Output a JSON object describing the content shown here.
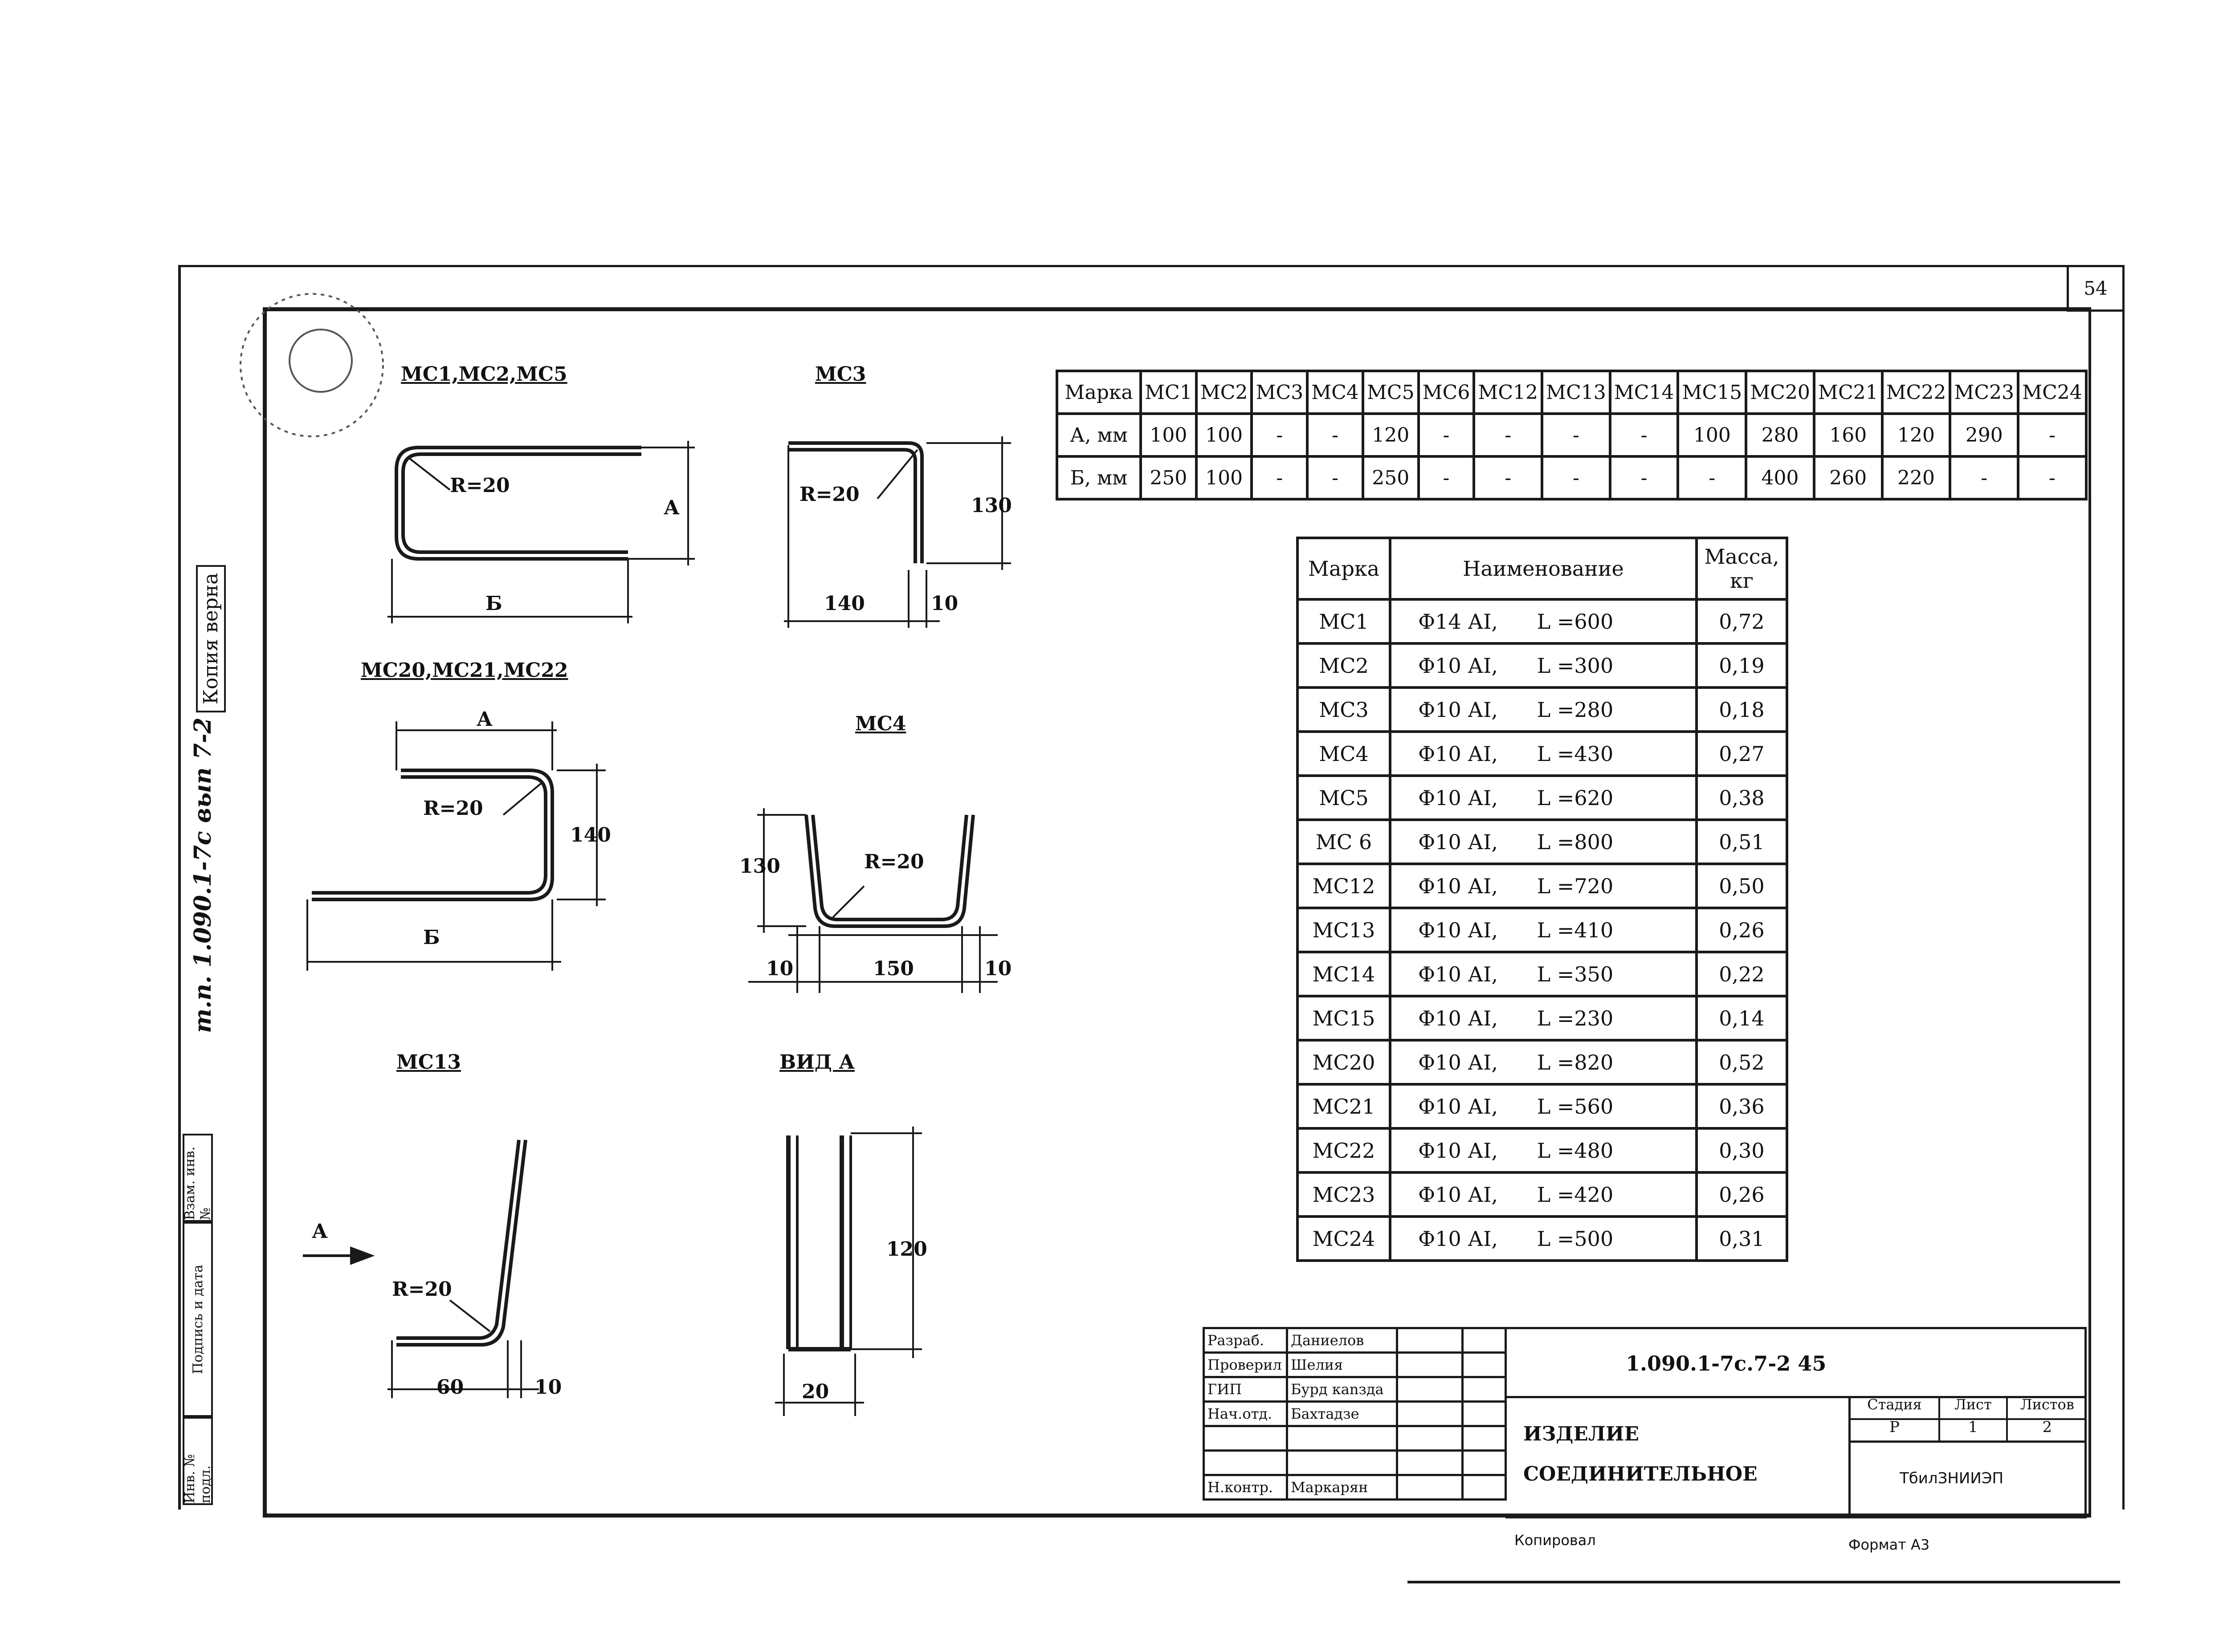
{
  "sheet_corner": "54",
  "left_strip": {
    "inventory": "Инв. № подл.",
    "sign_date": "Подпись и дата",
    "replace": "Взам. инв. №",
    "copy_true": "Копия верна",
    "handwritten_ref": "т.п. 1.090.1-7с вып 7-2"
  },
  "drawings": {
    "mc1_label": "МС1,МС2,МС5",
    "mc3_label": "МС3",
    "mc20_label": "МС20,МС21,МС22",
    "mc4_label": "МС4",
    "mc13_label": "МС13",
    "view_a_label": "ВИД А",
    "r20": "R=20",
    "a": "А",
    "b": "Б",
    "d130": "130",
    "d140": "140",
    "d10": "10",
    "d150": "150",
    "d120": "120",
    "d60": "60",
    "d20": "20",
    "arrow_a": "А"
  },
  "dim_table": {
    "headers": [
      "Марка",
      "МС1",
      "МС2",
      "МС3",
      "МС4",
      "МС5",
      "МС6",
      "МС12",
      "МС13",
      "МС14",
      "МС15",
      "МС20",
      "МС21",
      "МС22",
      "МС23",
      "МС24"
    ],
    "rows": [
      [
        "А, мм",
        "100",
        "100",
        "-",
        "-",
        "120",
        "-",
        "-",
        "-",
        "-",
        "100",
        "280",
        "160",
        "120",
        "290",
        "-"
      ],
      [
        "Б, мм",
        "250",
        "100",
        "-",
        "-",
        "250",
        "-",
        "-",
        "-",
        "-",
        "-",
        "400",
        "260",
        "220",
        "-",
        "-"
      ]
    ]
  },
  "spec_table": {
    "headers": [
      "Марка",
      "Наименование",
      "Масса, кг"
    ],
    "rows": [
      [
        "МС1",
        "Ф14 АI,      L =600",
        "0,72"
      ],
      [
        "МС2",
        "Ф10 АI,      L =300",
        "0,19"
      ],
      [
        "МС3",
        "Ф10 АI,      L =280",
        "0,18"
      ],
      [
        "МС4",
        "Ф10 АI,      L =430",
        "0,27"
      ],
      [
        "МС5",
        "Ф10 АI,      L =620",
        "0,38"
      ],
      [
        "МС 6",
        "Ф10 АI,      L =800",
        "0,51"
      ],
      [
        "МС12",
        "Ф10 АI,      L =720",
        "0,50"
      ],
      [
        "МС13",
        "Ф10 АI,      L =410",
        "0,26"
      ],
      [
        "МС14",
        "Ф10 АI,      L =350",
        "0,22"
      ],
      [
        "МС15",
        "Ф10 АI,      L =230",
        "0,14"
      ],
      [
        "МС20",
        "Ф10 АI,      L =820",
        "0,52"
      ],
      [
        "МС21",
        "Ф10 АI,      L =560",
        "0,36"
      ],
      [
        "МС22",
        "Ф10 АI,      L =480",
        "0,30"
      ],
      [
        "МС23",
        "Ф10 АI,      L =420",
        "0,26"
      ],
      [
        "МС24",
        "Ф10 АI,      L =500",
        "0,31"
      ]
    ]
  },
  "title_block": {
    "roles": [
      "Разраб.",
      "Проверил",
      "ГИП",
      "Нач.отд.",
      "",
      "",
      "Н.контр."
    ],
    "names": [
      "Даниелов",
      "Шелия",
      "Бурд каnзда",
      "Бахтадзе",
      "",
      "",
      "Маркарян"
    ],
    "doc_code": "1.090.1-7с.7-2 45",
    "title_line1": "ИЗДЕЛИЕ",
    "title_line2": "СОЕДИНИТЕЛЬНОЕ",
    "stage_label": "Стадия",
    "sheet_label": "Лист",
    "sheets_label": "Листов",
    "stage": "Р",
    "sheet": "1",
    "sheets": "2",
    "org": "ТбилЗНИИЭП",
    "copied": "Копировал",
    "format": "Формат А3"
  }
}
